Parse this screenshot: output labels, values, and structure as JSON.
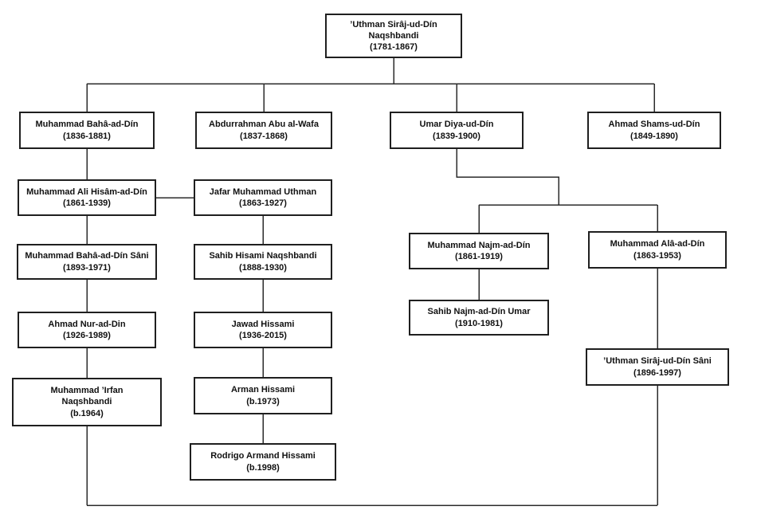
{
  "diagram_type": "family-tree",
  "colors": {
    "background": "#ffffff",
    "box_border": "#1f1f1f",
    "text": "#111111",
    "line": "#2b2b2b"
  },
  "nodes": {
    "root": {
      "name": "’Uthman Sirâj-ud-Dín",
      "name2": "Naqshbandi",
      "years": "(1781-1867)"
    },
    "baha": {
      "name": "Muhammad Bahâ-ad-Dín",
      "years": "(1836-1881)"
    },
    "abdurrahman": {
      "name": "Abdurrahman Abu al-Wafa",
      "years": "(1837-1868)"
    },
    "umar": {
      "name": "Umar Diya-ud-Dín",
      "years": "(1839-1900)"
    },
    "shams": {
      "name": "Ahmad Shams-ud-Dín",
      "years": "(1849-1890)"
    },
    "ali_hisam": {
      "name": "Muhammad Ali Hisâm-ad-Dín",
      "years": "(1861-1939)"
    },
    "jafar": {
      "name": "Jafar Muhammad Uthman",
      "years": "(1863-1927)"
    },
    "baha_sani": {
      "name": "Muhammad Bahâ-ad-Dín Sâni",
      "years": "(1893-1971)"
    },
    "sahib_hisami": {
      "name": "Sahib Hisami Naqshbandi",
      "years": "(1888-1930)"
    },
    "nur": {
      "name": "Ahmad Nur-ad-Din",
      "years": "(1926-1989)"
    },
    "jawad": {
      "name": "Jawad Hissami",
      "years": "(1936-2015)"
    },
    "najm": {
      "name": "Muhammad Najm-ad-Dín",
      "years": "(1861-1919)"
    },
    "ala": {
      "name": "Muhammad Alâ-ad-Dín",
      "years": "(1863-1953)"
    },
    "sahib_najm": {
      "name": "Sahib Najm-ad-Dín Umar",
      "years": "(1910-1981)"
    },
    "irfan": {
      "name": "Muhammad ’Irfan",
      "name2": "Naqshbandi",
      "years": "(b.1964)"
    },
    "arman": {
      "name": "Arman Hissami",
      "years": "(b.1973)"
    },
    "uthman_sani": {
      "name": "’Uthman Sirâj-ud-Dín Sâni",
      "years": "(1896-1997)"
    },
    "rodrigo": {
      "name": "Rodrigo Armand Hissami",
      "years": "(b.1998)"
    }
  },
  "relations": [
    {
      "from": "root",
      "to": "baha"
    },
    {
      "from": "root",
      "to": "abdurrahman"
    },
    {
      "from": "root",
      "to": "umar"
    },
    {
      "from": "root",
      "to": "shams"
    },
    {
      "from": "baha",
      "to": "ali_hisam"
    },
    {
      "from": "ali_hisam",
      "to": "jafar",
      "type": "lateral"
    },
    {
      "from": "ali_hisam",
      "to": "baha_sani"
    },
    {
      "from": "jafar",
      "to": "sahib_hisami"
    },
    {
      "from": "baha_sani",
      "to": "nur"
    },
    {
      "from": "sahib_hisami",
      "to": "jawad"
    },
    {
      "from": "nur",
      "to": "irfan"
    },
    {
      "from": "jawad",
      "to": "arman"
    },
    {
      "from": "arman",
      "to": "rodrigo"
    },
    {
      "from": "umar",
      "to": "najm"
    },
    {
      "from": "umar",
      "to": "ala"
    },
    {
      "from": "najm",
      "to": "sahib_najm"
    },
    {
      "from": "ala",
      "to": "uthman_sani"
    },
    {
      "from": "irfan",
      "to": "uthman_sani",
      "type": "bottom-link"
    }
  ]
}
